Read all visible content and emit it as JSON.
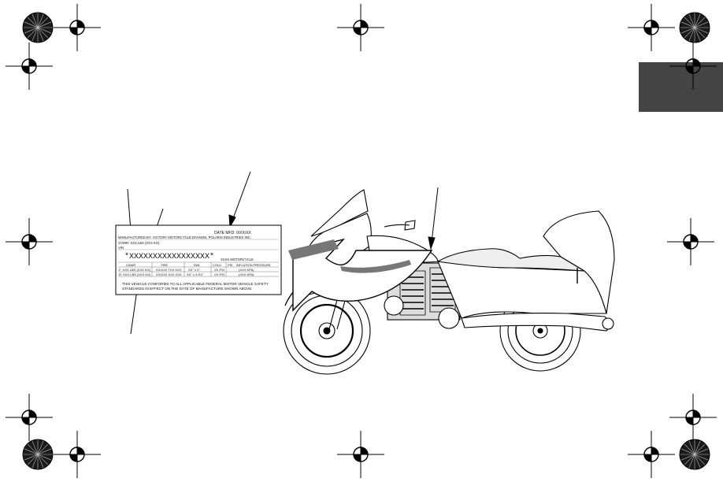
{
  "page": {
    "tab_color": "#444444",
    "ink_color": "#111111"
  },
  "label": {
    "date_mfd": "DATE MFD: 0/XX/XX",
    "manufacturer": "MANUFACTURED BY: VICTORY MOTORCYCLE DIVISION, POLARIS INDUSTRIES INC.",
    "gvwr": "GVWR: XXX LBS (XXX KG)",
    "vin_label": "VIN",
    "vin_barcode_text": "*XXXXXXXXXXXXXXXXX*",
    "table_title": "XXXX MOTORCYCLE",
    "headers": [
      "GAWR",
      "TIRE",
      "RIM",
      "COLD",
      "PSI",
      "INFLATION PRESSURE"
    ],
    "rows": [
      [
        "F: XXX LBS (XXX KG)",
        "XXX/XX TXX XXX",
        "XX\" x X\"",
        "XX PSI",
        "(XXX KPA)"
      ],
      [
        "R: XXX LBS (XXX KG)",
        "XXX/XX XXX XXX",
        "XX\" x X.XX\"",
        "XX PSI",
        "(XXX KPA)"
      ]
    ],
    "conformity_line1": "THIS VEHICLE CONFORMS TO ALL APPLICABLE FEDERAL MOTOR VEHICLE SAFETY",
    "conformity_line2": "STANDARDS IN EFFECT ON THE DATE OF MANUFACTURE SHOWN ABOVE."
  }
}
